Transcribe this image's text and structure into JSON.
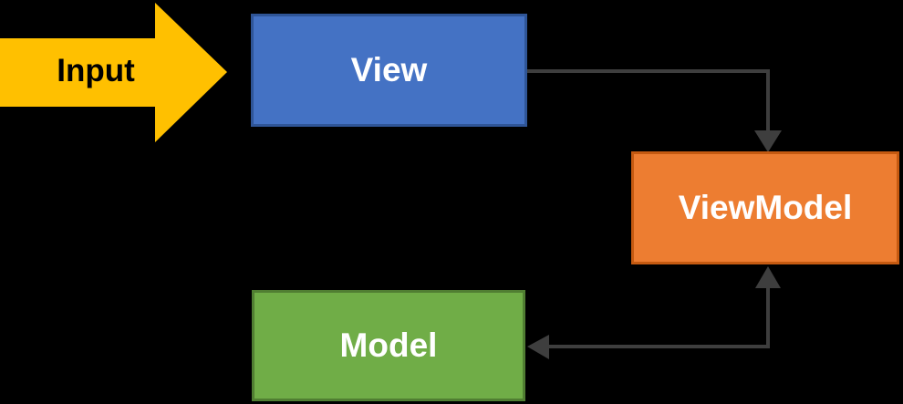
{
  "diagram": {
    "nodes": {
      "input": {
        "label": "Input"
      },
      "view": {
        "label": "View"
      },
      "viewmodel": {
        "label": "ViewModel"
      },
      "model": {
        "label": "Model"
      }
    },
    "edges": [
      {
        "from": "Input",
        "to": "View",
        "type": "block-arrow"
      },
      {
        "from": "View",
        "to": "ViewModel",
        "type": "elbow",
        "arrowheads": "end"
      },
      {
        "from": "ViewModel",
        "to": "Model",
        "type": "elbow",
        "arrowheads": "both"
      }
    ],
    "colors": {
      "background": "#000000",
      "input_fill": "#FFC000",
      "input_text": "#000000",
      "view_fill": "#4472C4",
      "view_border": "#2F5597",
      "viewmodel_fill": "#ED7D31",
      "viewmodel_border": "#C55A11",
      "model_fill": "#70AD47",
      "model_border": "#507E32",
      "box_text": "#FFFFFF",
      "connector": "#3E3E3E"
    }
  }
}
